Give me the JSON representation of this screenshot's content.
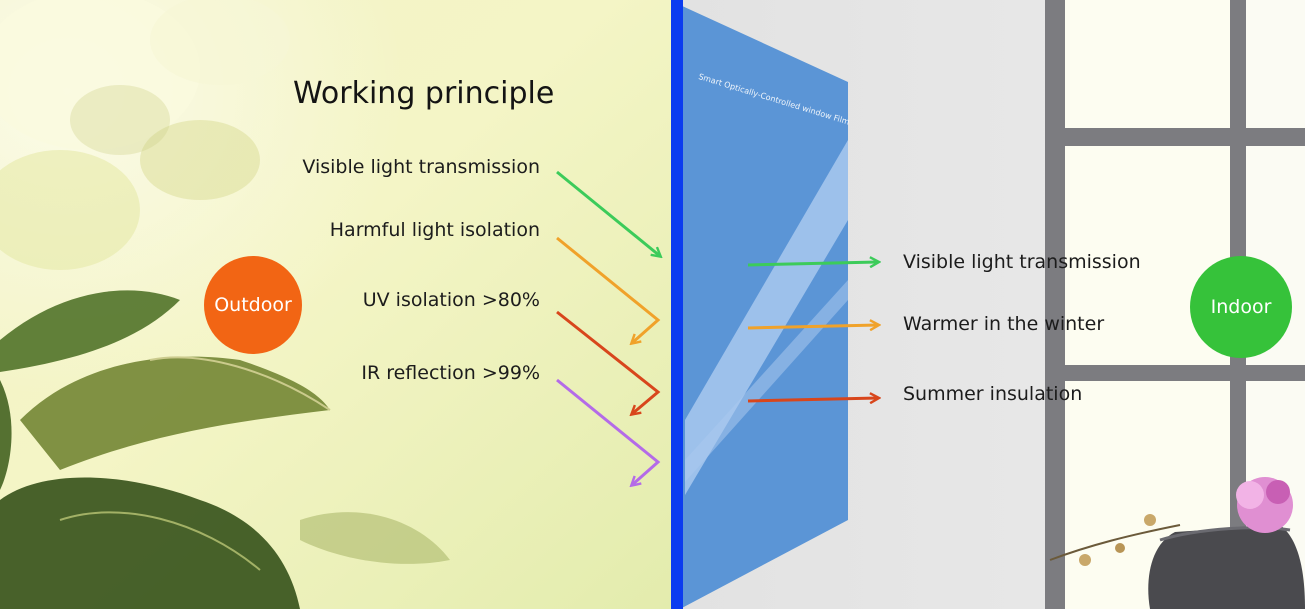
{
  "title": "Working principle",
  "outdoor_label": "Outdoor",
  "indoor_label": "Indoor",
  "film_caption": "Smart Optically-Controlled window Film",
  "incoming": [
    {
      "label": "Visible light transmission",
      "color": "#3ccb5a"
    },
    {
      "label": "Harmful light isolation",
      "color": "#f0a22a"
    },
    {
      "label": "UV isolation >80%",
      "color": "#d8461c"
    },
    {
      "label": "IR reflection >99%",
      "color": "#b46be8"
    }
  ],
  "outgoing": [
    {
      "label": "Visible light transmission",
      "color": "#3ccb5a"
    },
    {
      "label": "Warmer in the winter",
      "color": "#f0a22a"
    },
    {
      "label": "Summer insulation",
      "color": "#d8461c"
    }
  ],
  "colors": {
    "outdoor_circle": "#f26514",
    "indoor_circle": "#36c23a",
    "film_blue": "#5b95d6",
    "film_edge": "#0b3cf0"
  }
}
